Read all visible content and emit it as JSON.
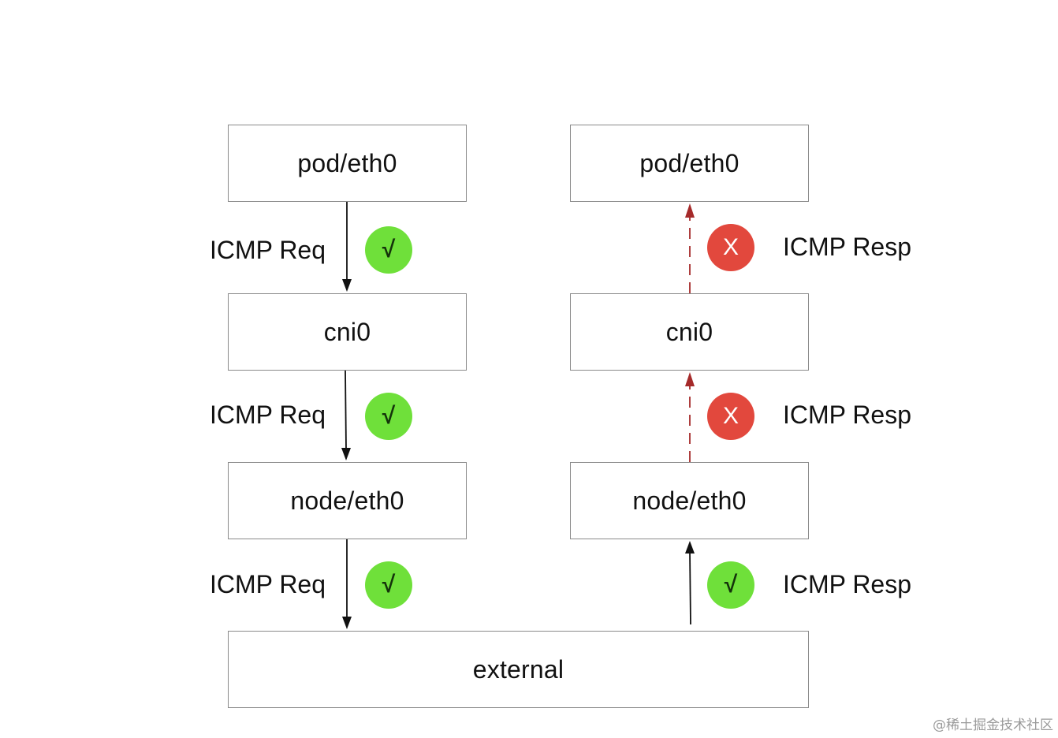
{
  "left_column": {
    "boxes": [
      "pod/eth0",
      "cni0",
      "node/eth0"
    ],
    "edges": [
      {
        "label": "ICMP Req",
        "status": "ok",
        "mark": "√"
      },
      {
        "label": "ICMP Req",
        "status": "ok",
        "mark": "√"
      },
      {
        "label": "ICMP Req",
        "status": "ok",
        "mark": "√"
      }
    ]
  },
  "right_column": {
    "boxes": [
      "pod/eth0",
      "cni0",
      "node/eth0"
    ],
    "edges": [
      {
        "label": "ICMP Resp",
        "status": "fail",
        "mark": "X"
      },
      {
        "label": "ICMP Resp",
        "status": "fail",
        "mark": "X"
      },
      {
        "label": "ICMP Resp",
        "status": "ok",
        "mark": "√"
      }
    ]
  },
  "bottom_box": "external",
  "colors": {
    "ok_badge": "#6fe03a",
    "fail_badge": "#e2483d",
    "fail_arrow": "#a52a2a",
    "box_border": "#8a8a8a"
  },
  "watermark": "@稀土掘金技术社区"
}
